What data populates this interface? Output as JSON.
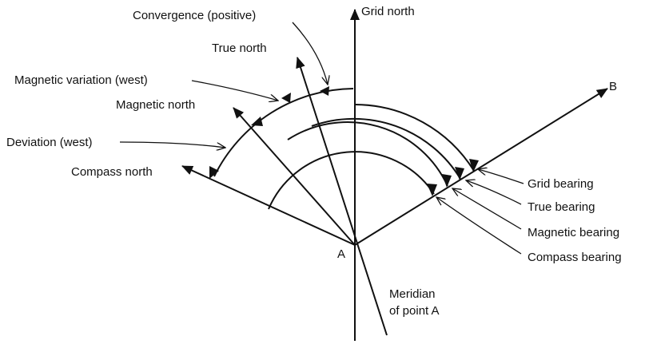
{
  "labels": {
    "convergence": "Convergence (positive)",
    "grid_north": "Grid north",
    "true_north": "True north",
    "magnetic_variation": "Magnetic variation (west)",
    "magnetic_north": "Magnetic north",
    "deviation": "Deviation (west)",
    "compass_north": "Compass north",
    "point_b": "B",
    "point_a": "A",
    "grid_bearing": "Grid bearing",
    "true_bearing": "True bearing",
    "magnetic_bearing": "Magnetic bearing",
    "compass_bearing": "Compass bearing",
    "meridian_line1": "Meridian",
    "meridian_line2": "of point A"
  },
  "colors": {
    "stroke": "#111111",
    "background": "#ffffff"
  }
}
